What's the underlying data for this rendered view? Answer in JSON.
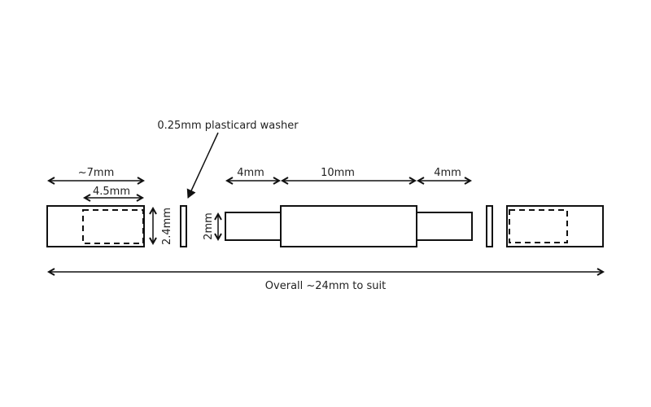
{
  "labels": {
    "washer": "0.25mm plasticard washer",
    "sleeve_length": "~7mm",
    "sleeve_bore": "4.5mm",
    "sleeve_diameter": "2.4mm",
    "pin_diameter": "2mm",
    "pin_left": "4mm",
    "center": "10mm",
    "pin_right": "4mm",
    "overall": "Overall ~24mm to suit"
  }
}
